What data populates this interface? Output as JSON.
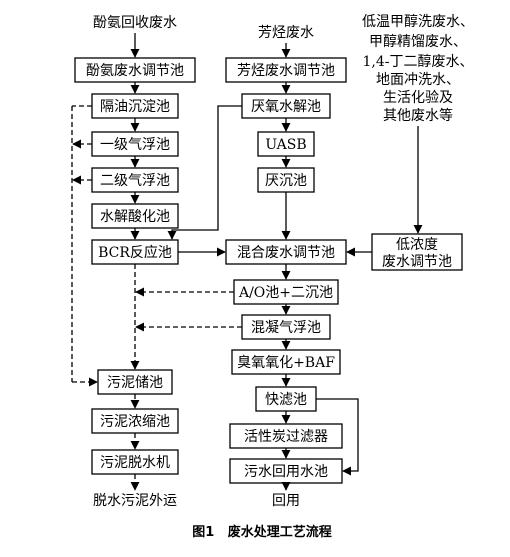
{
  "sources": {
    "phenol_ammonia_wastewater": "酚氨回收废水",
    "aromatic_wastewater": "芳烃废水",
    "other_wastewater_lines": [
      "低温甲醇洗废水、",
      "甲醇精馏废水、",
      "1,4-丁二醇废水、",
      "地面冲洗水、",
      "生活化验及",
      "其他废水等"
    ]
  },
  "units": {
    "phenol_ammonia_equalization": "酚氨废水调节池",
    "oil_separation_settling": "隔油沉淀池",
    "primary_air_flotation": "一级气浮池",
    "secondary_air_flotation": "二级气浮池",
    "hydrolysis_acidification": "水解酸化池",
    "bcr_reactor": "BCR反应池",
    "aromatic_equalization": "芳烃废水调节池",
    "anaerobic_hydrolysis": "厌氧水解池",
    "uasb": "UASB",
    "anaerobic_settling": "厌沉池",
    "low_concentration_equalization_lines": [
      "低浓度",
      "废水调节池"
    ],
    "mixed_equalization": "混合废水调节池",
    "ao_secondary_settling": "A/O池+二沉池",
    "coagulation_air_flotation": "混凝气浮池",
    "ozone_baf": "臭氧氧化+BAF",
    "fast_filter": "快滤池",
    "activated_carbon_filter": "活性炭过滤器",
    "reuse_water_tank": "污水回用水池",
    "sludge_storage": "污泥储池",
    "sludge_thickening": "污泥浓缩池",
    "sludge_dewatering": "污泥脱水机"
  },
  "outputs": {
    "dewatered_sludge_out": "脱水污泥外运",
    "reuse": "回用"
  },
  "caption": "图1   废水处理工艺流程"
}
